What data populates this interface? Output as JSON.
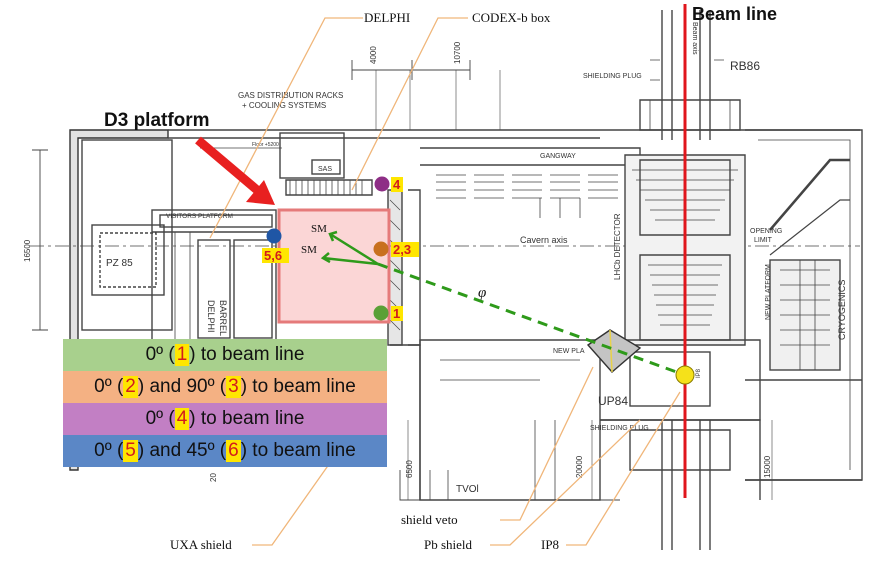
{
  "labels": {
    "delphi": "DELPHI",
    "codex_box": "CODEX-b box",
    "beam_line": "Beam line",
    "d3_platform": "D3 platform",
    "uxa_shield": "UXA shield",
    "shield_veto": "shield veto",
    "pb_shield": "Pb shield",
    "ip8": "IP8",
    "sm_upper": "SM",
    "sm_lower": "SM",
    "phi": "φ"
  },
  "markers": [
    {
      "label": "4",
      "color": "#8e2e86"
    },
    {
      "label": "2,3",
      "color": "#c8701e"
    },
    {
      "label": "1",
      "color": "#5aa036"
    },
    {
      "label": "5,6",
      "color": "#1f56a5"
    }
  ],
  "legend": [
    {
      "pre": "0º (",
      "n1": "1",
      "mid": ") to beam line",
      "n2": "",
      "post": "",
      "color": "#a8d08d"
    },
    {
      "pre": "0º (",
      "n1": "2",
      "mid": ") and 90º (",
      "n2": "3",
      "post": ") to beam line",
      "color": "#f4b183"
    },
    {
      "pre": "0º (",
      "n1": "4",
      "mid": ") to beam line",
      "n2": "",
      "post": "",
      "color": "#c27fc4"
    },
    {
      "pre": "0º (",
      "n1": "5",
      "mid": ") and 45º (",
      "n2": "6",
      "post": ") to beam line",
      "color": "#5b87c6"
    }
  ],
  "drawing_text": {
    "gas_racks_1": "GAS DISTRIBUTION RACKS",
    "gas_racks_2": "+ COOLING SYSTEMS",
    "visitors_platform": "VISITORS PLATFORM",
    "delphi_barrel_1": "DELPHI",
    "delphi_barrel_2": "BARREL",
    "pz85": "PZ 85",
    "sas": "SAS",
    "gangway": "GANGWAY",
    "cavern_axis": "Cavern axis",
    "lhcb_detector": "LHCb DETECTOR",
    "rb86": "RB86",
    "shielding_plug_top": "SHIELDING PLUG",
    "shielding_plug_bottom": "SHIELDING PLUG",
    "beam_axis": "Beam axis",
    "opening_limit_1": "OPENING",
    "opening_limit_2": "LIMIT",
    "cryogenics": "CRYOGENICS",
    "new_platform_right": "NEW PLATFORM",
    "new_platform_left": "NEW PLA",
    "up84": "UP84",
    "ip8_tag": "IP8",
    "dim_4000": "4000",
    "dim_10700": "10700",
    "dim_16500": "16500",
    "dim_6500": "6500",
    "dim_20000": "20000",
    "dim_15000": "15000",
    "tvol": "TVOl",
    "floor_tag": "Floor +5200",
    "side_20": "20"
  },
  "colors": {
    "beam_line": "#e0161c",
    "d3_arrow": "#e82020",
    "codex_box_fill": "#fbd6d6",
    "codex_box_stroke": "#e57a7a",
    "green_path": "#2e9a1a",
    "leader": "#f0b67a",
    "drawing": "#333333",
    "detector_fill": "#cfcfcf",
    "ip8_fill": "#f5e11a"
  }
}
